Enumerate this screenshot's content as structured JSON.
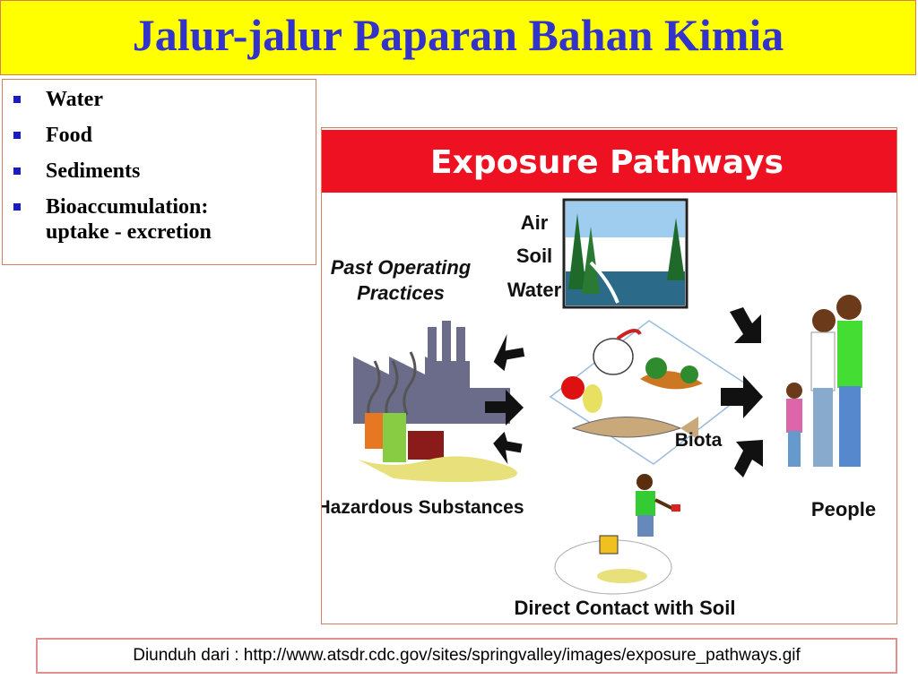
{
  "slide": {
    "title": "Jalur-jalur Paparan Bahan Kimia",
    "title_bg": "#ffff00",
    "title_color": "#3333cc"
  },
  "bullets": [
    "Water",
    "Food",
    "Sediments",
    "Bioaccumulation: uptake - excretion"
  ],
  "diagram": {
    "header": "Exposure Pathways",
    "header_bg": "#ee1122",
    "labels": {
      "past_operating": "Past Operating Practices",
      "hazardous": "Hazardous Substances",
      "air": "Air",
      "soil": "Soil",
      "water": "Water",
      "biota": "Biota",
      "people": "People",
      "direct_contact": "Direct Contact with Soil"
    }
  },
  "footer": {
    "text": "Diunduh dari : http://www.atsdr.cdc.gov/sites/springvalley/images/exposure_pathways.gif"
  }
}
